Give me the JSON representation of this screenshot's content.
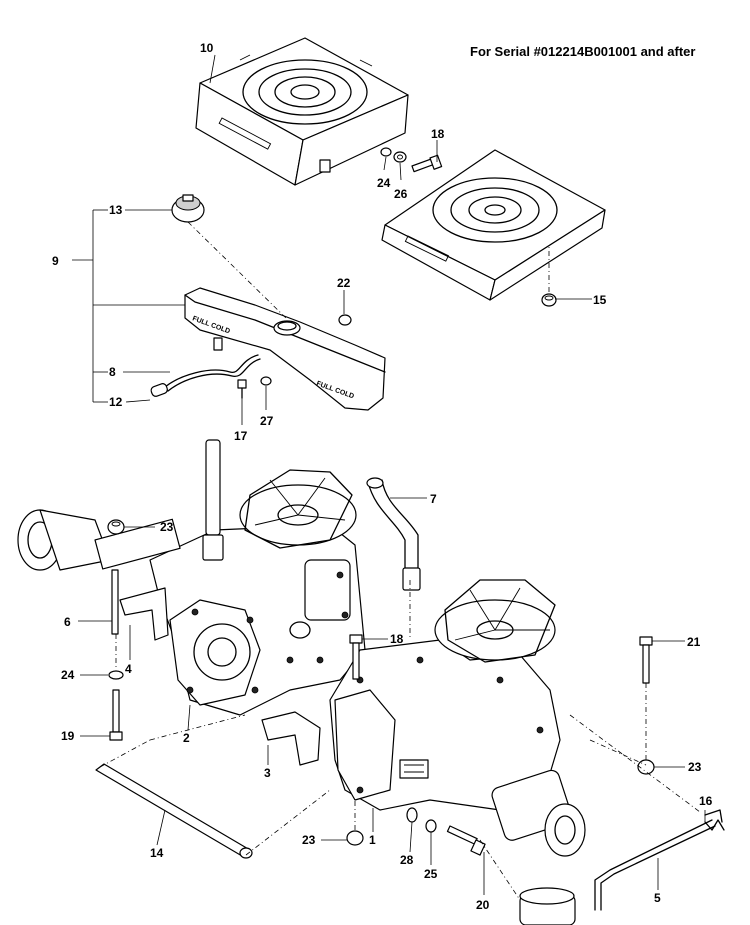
{
  "caption": "For Serial #012214B001001 and after",
  "decals": {
    "full_cold_top": "FULL COLD",
    "full_cold_bottom": "FULL COLD"
  },
  "callouts": [
    "1",
    "2",
    "3",
    "4",
    "5",
    "6",
    "7",
    "8",
    "9",
    "10",
    "12",
    "13",
    "14",
    "15",
    "16",
    "17",
    "18",
    "19",
    "20",
    "21",
    "22",
    "23",
    "24",
    "25",
    "26",
    "27",
    "28"
  ]
}
